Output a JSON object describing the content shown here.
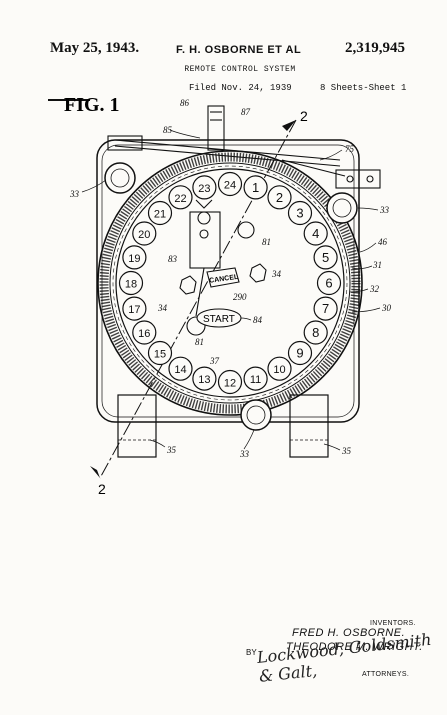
{
  "header": {
    "date": "May 25, 1943.",
    "inventors_short": "F. H. OSBORNE ET AL",
    "patent_number": "2,319,945",
    "title": "REMOTE CONTROL SYSTEM",
    "filed": "Filed Nov. 24, 1939",
    "sheets": "8 Sheets-Sheet 1"
  },
  "figure": {
    "label": "FIG. 1",
    "dial_numbers": [
      "1",
      "2",
      "3",
      "4",
      "5",
      "6",
      "7",
      "8",
      "9",
      "10",
      "11",
      "12",
      "13",
      "14",
      "15",
      "16",
      "17",
      "18",
      "19",
      "20",
      "21",
      "22",
      "23",
      "24"
    ],
    "buttons": {
      "cancel": "CANCEL",
      "start": "START"
    },
    "section_marks": [
      "2",
      "2"
    ],
    "reference_numerals": {
      "n85": "85",
      "n86": "86",
      "n87": "87",
      "n75": "75",
      "n33a": "33",
      "n33b": "33",
      "n33c": "33",
      "n46": "46",
      "n31": "31",
      "n32": "32",
      "n30": "30",
      "n81a": "81",
      "n81b": "81",
      "n83": "83",
      "n34a": "34",
      "n34b": "34",
      "n290": "290",
      "n84": "84",
      "n37": "37",
      "n35a": "35",
      "n35b": "35"
    }
  },
  "signatures": {
    "inventors_label": "INVENTORS.",
    "inventor_1": "FRED H. OSBORNE.",
    "inventor_2": "THEODORE M. WRIGHT.",
    "by": "BY",
    "attorneys_signature": "Lockwood, Goldsmith & Galt,",
    "attorneys_label": "ATTORNEYS."
  }
}
